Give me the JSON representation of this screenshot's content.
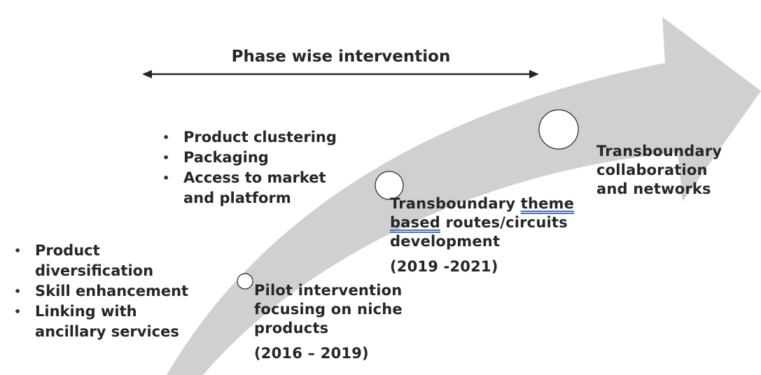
{
  "header": {
    "title": "Phase wise intervention"
  },
  "phase_left": {
    "items": [
      "Product diversification",
      "Skill enhancement",
      "Linking with ancillary services"
    ]
  },
  "phase_mid": {
    "items": [
      "Product clustering",
      "Packaging",
      "Access to market and platform"
    ]
  },
  "milestones": [
    {
      "label_line1": "Pilot intervention",
      "label_line2": "focusing on niche",
      "label_line3": "products",
      "period": "(2016 – 2019)"
    },
    {
      "label_part1": "Transboundary ",
      "label_part2": "theme",
      "label_part3": "based",
      "label_part4": " routes/circuits",
      "label_line3": "development",
      "period": "(2019 -2021)"
    },
    {
      "label_line1": "Transboundary",
      "label_line2": "collaboration",
      "label_line3": "and networks"
    }
  ],
  "colors": {
    "arrow_fill": "#d0d0d0",
    "text": "#262626",
    "line": "#262626",
    "underline": "#4a6fb5"
  }
}
